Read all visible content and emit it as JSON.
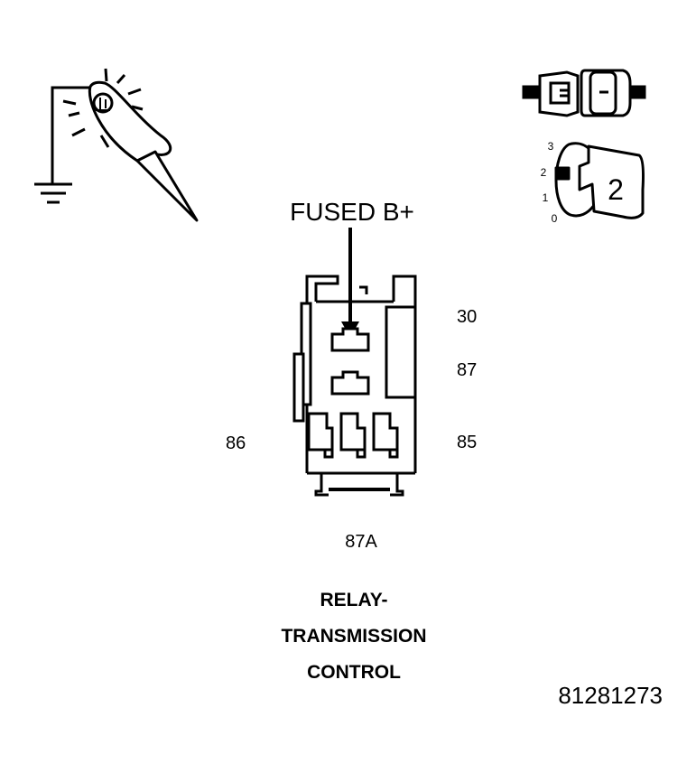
{
  "source_label": "FUSED B+",
  "pins": {
    "p30": "30",
    "p87": "87",
    "p85": "85",
    "p86": "86",
    "p87a": "87A"
  },
  "title_lines": [
    "RELAY-",
    "TRANSMISSION",
    "CONTROL"
  ],
  "figure_number": "81281273",
  "ignition": {
    "position": "2",
    "scale": [
      "3",
      "2",
      "1",
      "0"
    ]
  },
  "icons": [
    "test-light-probe-icon",
    "ground-symbol-icon",
    "disconnected-connector-icon",
    "ignition-key-icon",
    "relay-connector-icon",
    "arrow-down-icon"
  ],
  "colors": {
    "ink": "#000000",
    "background": "#ffffff"
  }
}
